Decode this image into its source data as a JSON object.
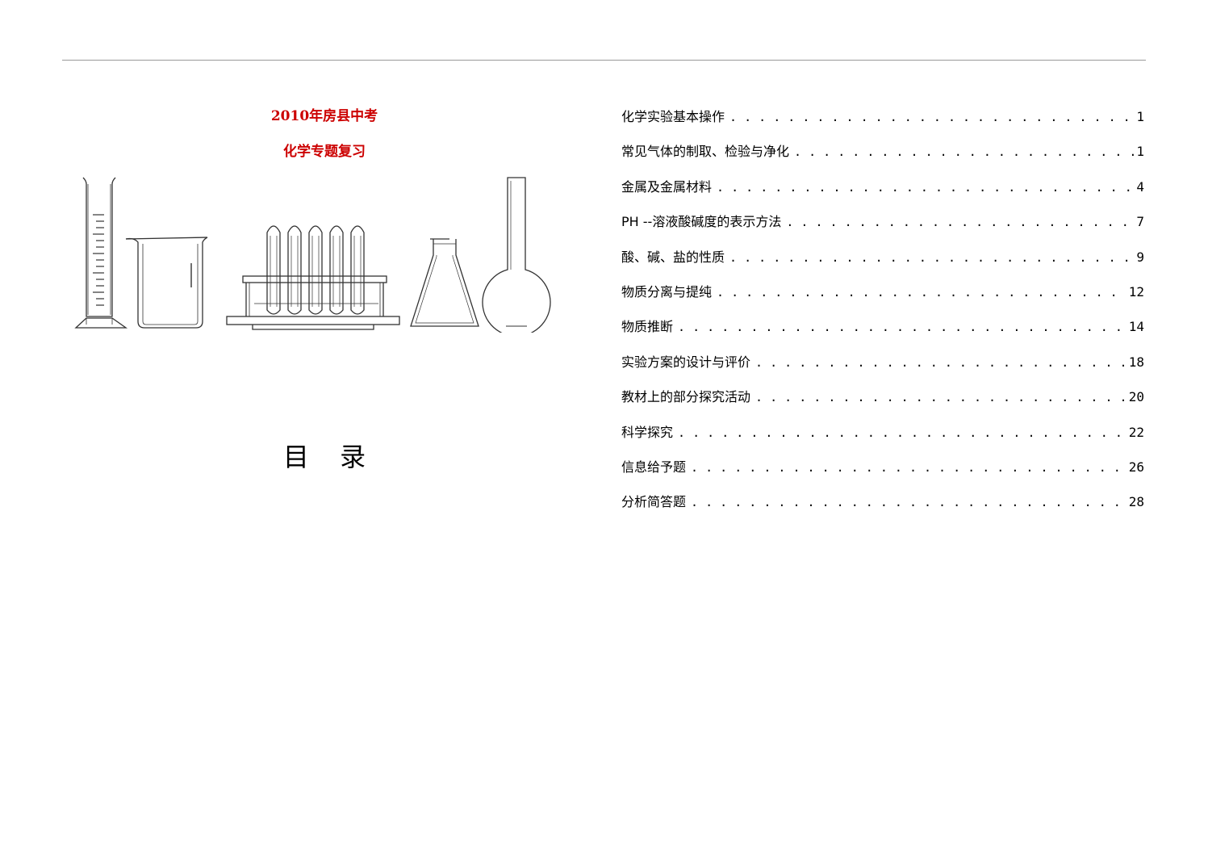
{
  "cover": {
    "title_line_1": "2010年房县中考",
    "title_line_2": "化学专题复习",
    "illustration_icons": [
      "graduated-cylinder-icon",
      "beaker-icon",
      "test-tube-rack-icon",
      "erlenmeyer-flask-icon",
      "round-bottom-flask-icon"
    ],
    "title_color": "#cc0000"
  },
  "toc": {
    "heading": "目 录",
    "items": [
      {
        "title": "化学实验基本操作",
        "page": "1"
      },
      {
        "title": "常见气体的制取、检验与净化",
        "page": "1"
      },
      {
        "title": "金属及金属材料",
        "page": "4"
      },
      {
        "title": "PH --溶液酸碱度的表示方法",
        "page": "7"
      },
      {
        "title": "酸、碱、盐的性质",
        "page": "9"
      },
      {
        "title": "物质分离与提纯",
        "page": "12"
      },
      {
        "title": "物质推断",
        "page": "14"
      },
      {
        "title": "实验方案的设计与评价",
        "page": "18"
      },
      {
        "title": "教材上的部分探究活动",
        "page": "20"
      },
      {
        "title": "科学探究",
        "page": "22"
      },
      {
        "title": "信息给予题",
        "page": "26"
      },
      {
        "title": "分析简答题",
        "page": "28"
      }
    ]
  }
}
